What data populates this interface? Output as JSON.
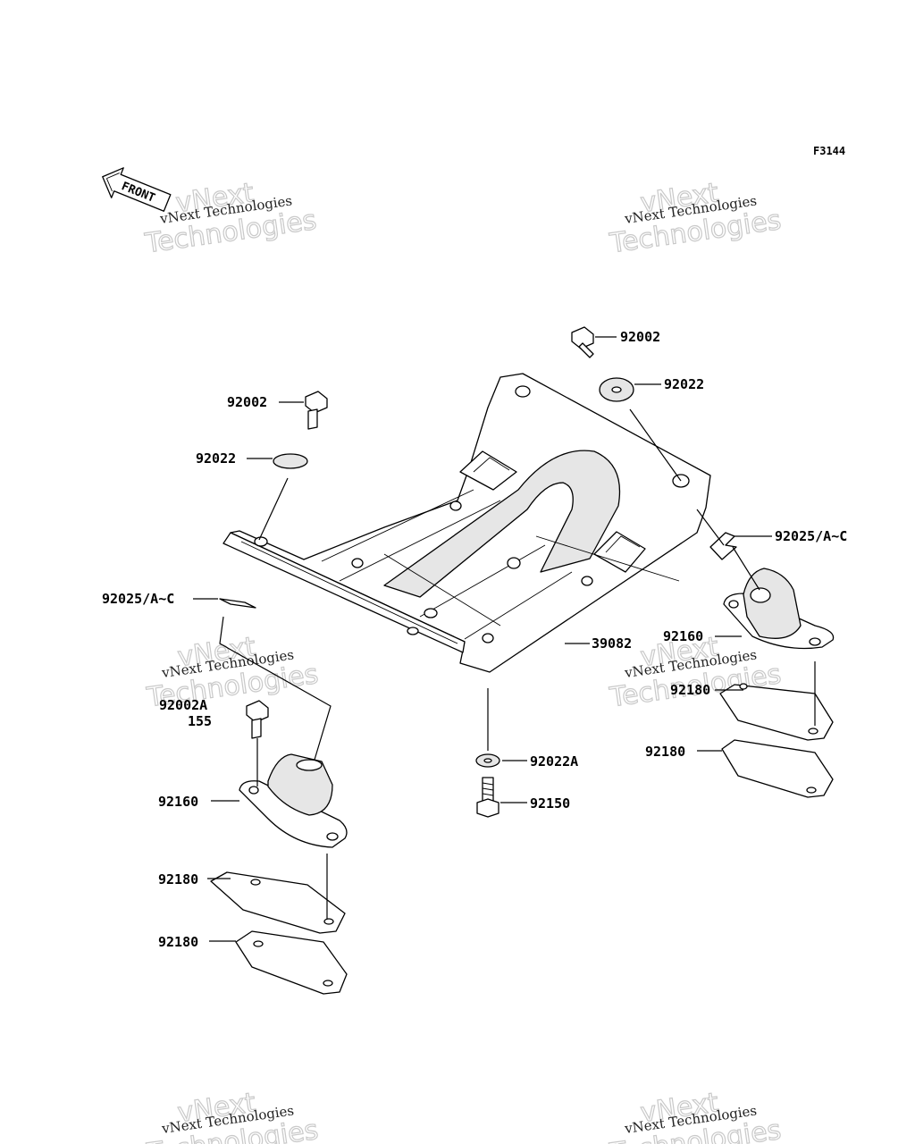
{
  "figure_code": "F3144",
  "front_indicator": "FRONT",
  "watermark": {
    "line": "vNext Technologies",
    "word1": "vNext",
    "word2": "Technologies"
  },
  "labels": {
    "top_bolt": "92002",
    "top_washer": "92022",
    "left_bolt": "92002",
    "left_washer": "92022",
    "right_clip": "92025/A~C",
    "left_clip": "92025/A~C",
    "skid_plate": "39082",
    "right_mount": "92160",
    "right_shim_upper": "92180",
    "right_shim_lower": "92180",
    "left_bolt_a": "92002A",
    "left_bolt_a_length": "155",
    "center_washer_a": "92022A",
    "center_bolt": "92150",
    "left_mount": "92160",
    "left_shim_upper": "92180",
    "left_shim_lower": "92180"
  }
}
